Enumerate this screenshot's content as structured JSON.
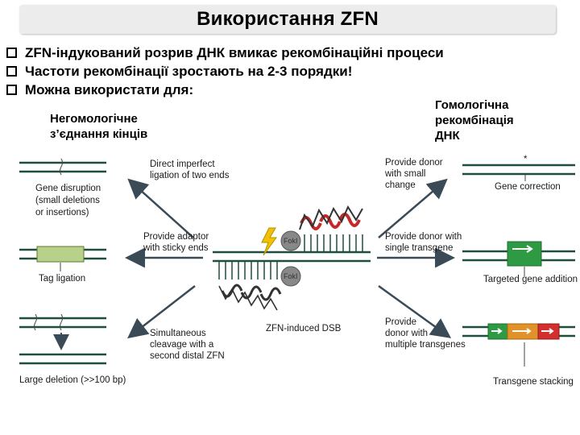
{
  "title": "Використання ZFN",
  "bullets": [
    "ZFN-індукований розрив ДНК вмикає рекомбінаційні процеси",
    "Частоти рекомбінації зростають на 2-3 порядки!",
    "Можна використати для:"
  ],
  "labels": {
    "nhej": [
      "Негомологічне",
      "з’єднання кінців"
    ],
    "hr": [
      "Гомологічна",
      "рекомбінація",
      "ДНК"
    ]
  },
  "diagram": {
    "left_outcomes": {
      "gene_disruption": [
        "Gene disruption",
        "(small deletions",
        "or insertions)"
      ],
      "tag_ligation": "Tag ligation",
      "large_deletion": "Large deletion (>>100 bp)"
    },
    "left_arrows": {
      "top": [
        "Direct imperfect",
        "ligation of two ends"
      ],
      "middle": [
        "Provide adaptor",
        "with sticky ends"
      ],
      "bottom": [
        "Simultaneous",
        "cleavage with a",
        "second distal ZFN"
      ]
    },
    "center": {
      "fokI_label": "FokI",
      "dsb_label": "ZFN-induced DSB"
    },
    "right_arrows": {
      "top": [
        "Provide donor",
        "with small",
        "change"
      ],
      "middle": [
        "Provide donor with",
        "single transgene"
      ],
      "bottom": [
        "Provide",
        "donor with",
        "multiple transgenes"
      ]
    },
    "right_outcomes": {
      "gene_correction": "Gene correction",
      "asterisk": "*",
      "targeted_addition": "Targeted gene addition",
      "transgene_stacking": "Transgene stacking"
    },
    "colors": {
      "dna": "#1f4e3d",
      "arrow": "#3a4a56",
      "tag": "#b7d08a",
      "gene_green": "#2e9b44",
      "gene_orange": "#e1932a",
      "gene_red": "#d32f2f",
      "zf_red": "#c62828",
      "fokI": "#888888",
      "lightning": "#f2c200"
    }
  }
}
